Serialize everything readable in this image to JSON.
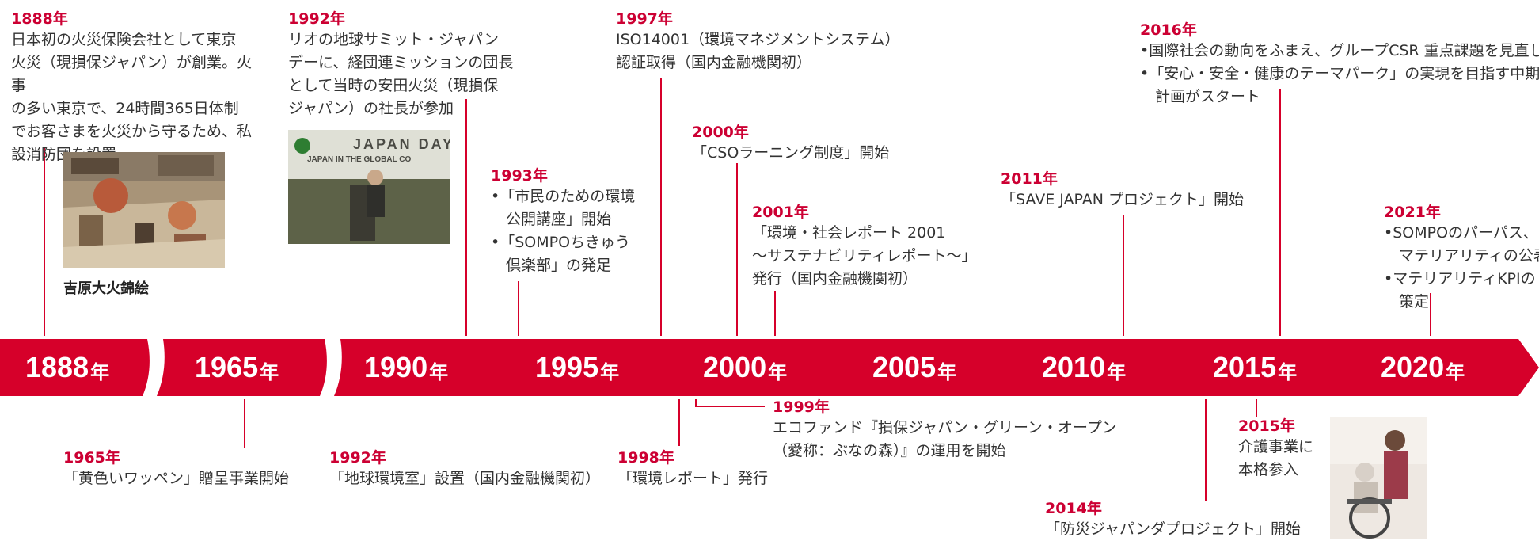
{
  "colors": {
    "accent": "#d6002a",
    "year": "#cc0033"
  },
  "axis": [
    {
      "num": "1888",
      "suffix": "年"
    },
    {
      "num": "1965",
      "suffix": "年"
    },
    {
      "num": "1990",
      "suffix": "年"
    },
    {
      "num": "1995",
      "suffix": "年"
    },
    {
      "num": "2000",
      "suffix": "年"
    },
    {
      "num": "2005",
      "suffix": "年"
    },
    {
      "num": "2010",
      "suffix": "年"
    },
    {
      "num": "2015",
      "suffix": "年"
    },
    {
      "num": "2020",
      "suffix": "年"
    }
  ],
  "events_top": [
    {
      "year": "1888年",
      "text": "日本初の火災保険会社として東京\n火災（現損保ジャパン）が創業。火事\nの多い東京で、24時間365日体制\nでお客さまを火災から守るため、私\n設消防団を設置"
    },
    {
      "year": "1992年",
      "text": "リオの地球サミット・ジャパン\nデーに、経団連ミッションの団長\nとして当時の安田火災（現損保\nジャパン）の社長が参加"
    },
    {
      "year": "1993年",
      "text": "•「市民のための環境\n　公開講座」開始\n•「SOMPOちきゅう\n　倶楽部」の発足"
    },
    {
      "year": "1997年",
      "text": "ISO14001（環境マネジメントシステム）\n認証取得（国内金融機関初）"
    },
    {
      "year": "2000年",
      "text": "「CSOラーニング制度」開始"
    },
    {
      "year": "2001年",
      "text": "「環境・社会レポート 2001\n〜サステナビリティレポート〜」\n発行（国内金融機関初）"
    },
    {
      "year": "2011年",
      "text": "「SAVE JAPAN プロジェクト」開始"
    },
    {
      "year": "2016年",
      "text": "•国際社会の動向をふまえ、グループCSR 重点課題を見直し\n•「安心・安全・健康のテーマパーク」の実現を目指す中期経営\n　計画がスタート"
    },
    {
      "year": "2021年",
      "text": "•SOMPOのパーパス、\n　マテリアリティの公表\n•マテリアリティKPIの\n　策定"
    }
  ],
  "events_bottom": [
    {
      "year": "1965年",
      "text": "「黄色いワッペン」贈呈事業開始"
    },
    {
      "year": "1992年",
      "text": "「地球環境室」設置（国内金融機関初）"
    },
    {
      "year": "1998年",
      "text": "「環境レポート」発行"
    },
    {
      "year": "1999年",
      "text": "エコファンド『損保ジャパン・グリーン・オープン\n（愛称：ぶなの森）』の運用を開始"
    },
    {
      "year": "2015年",
      "text": "介護事業に\n本格参入"
    },
    {
      "year": "2014年",
      "text": "「防災ジャパンダプロジェクト」開始"
    }
  ],
  "photos": {
    "caption_1888": "吉原大火錦絵",
    "banner_line1": "JAPAN DAY",
    "banner_line2": "JAPAN IN THE GLOBAL CO"
  }
}
